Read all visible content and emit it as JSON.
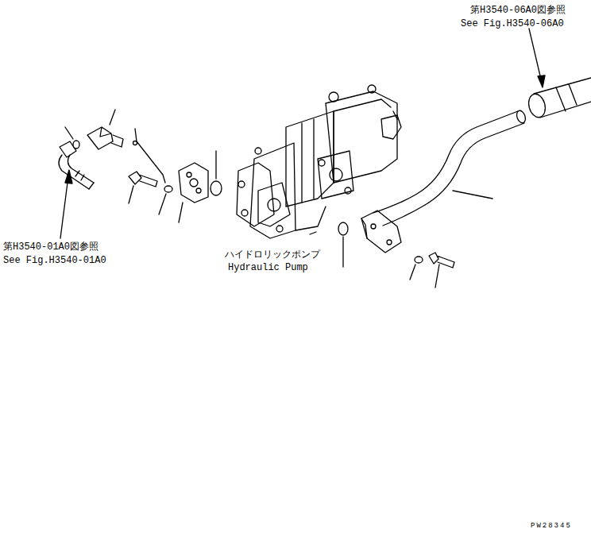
{
  "diagram": {
    "labels": [
      "第H3540-06A0図参照",
      "See Fig.H3540-06A0",
      "第H3540-01A0図参照",
      "See Fig.H3540-01A0",
      "ハイドロリックポンプ",
      "Hydraulic Pump",
      "PW28345"
    ]
  }
}
